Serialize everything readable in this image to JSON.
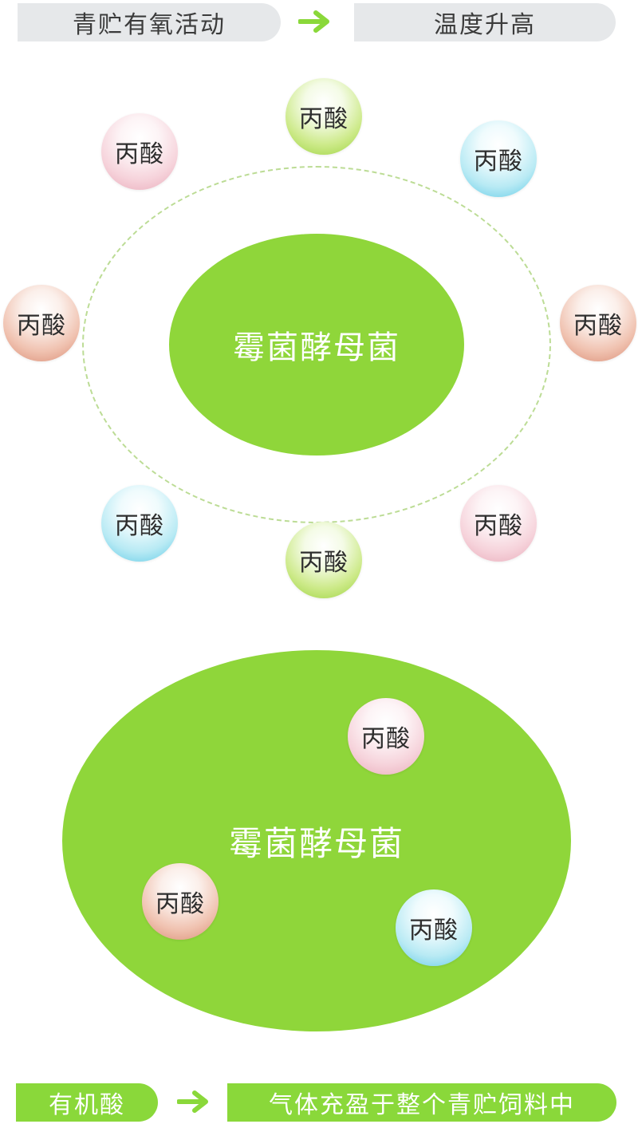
{
  "top_row": {
    "left_label": "青贮有氧活动",
    "right_label": "温度升高"
  },
  "upper_diagram": {
    "center_label": "霉菌酵母菌",
    "particles": [
      {
        "label": "丙酸",
        "color": "green"
      },
      {
        "label": "丙酸",
        "color": "pink"
      },
      {
        "label": "丙酸",
        "color": "cyan"
      },
      {
        "label": "丙酸",
        "color": "salmon"
      },
      {
        "label": "丙酸",
        "color": "salmon"
      },
      {
        "label": "丙酸",
        "color": "cyan"
      },
      {
        "label": "丙酸",
        "color": "pink"
      },
      {
        "label": "丙酸",
        "color": "green"
      }
    ]
  },
  "lower_diagram": {
    "center_label": "霉菌酵母菌",
    "particles": [
      {
        "label": "丙酸",
        "color": "pink"
      },
      {
        "label": "丙酸",
        "color": "salmon"
      },
      {
        "label": "丙酸",
        "color": "cyan"
      }
    ]
  },
  "bottom_row": {
    "left_label": "有机酸",
    "right_label": "气体充盈于整个青贮饲料中"
  },
  "colors": {
    "accent_green": "#8ad83a",
    "grey_pill": "#e6e8ea",
    "arrow": "#8ad83a"
  }
}
